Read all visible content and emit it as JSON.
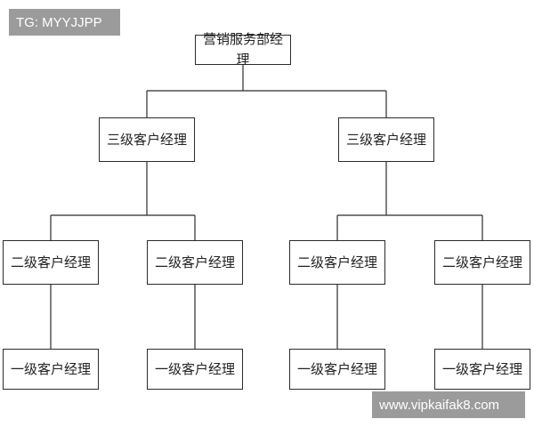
{
  "watermark_top": "TG: MYYJJPP",
  "watermark_bottom": "www.vipkaifak8.com",
  "org": {
    "root": "营销服务部经理",
    "level3": [
      "三级客户经理",
      "三级客户经理"
    ],
    "level2": [
      "二级客户经理",
      "二级客户经理",
      "二级客户经理",
      "二级客户经理"
    ],
    "level1": [
      "一级客户经理",
      "一级客户经理",
      "一级客户经理",
      "一级客户经理"
    ]
  }
}
